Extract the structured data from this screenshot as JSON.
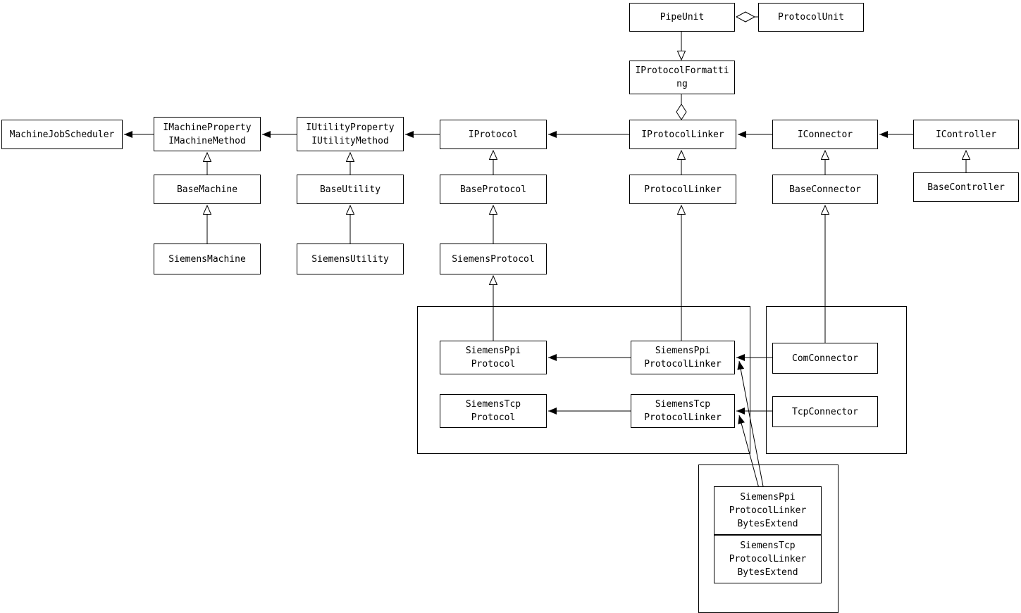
{
  "nodes": {
    "pipe_unit": "PipeUnit",
    "protocol_unit": "ProtocolUnit",
    "iprotocol_formatting": "IProtocolFormatti\nng",
    "machine_job_scheduler": "MachineJobScheduler",
    "imachine": "IMachineProperty\nIMachineMethod",
    "iutility": "IUtilityProperty\nIUtilityMethod",
    "iprotocol": "IProtocol",
    "iprotocol_linker": "IProtocolLinker",
    "iconnector": "IConnector",
    "icontroller": "IController",
    "base_machine": "BaseMachine",
    "base_utility": "BaseUtility",
    "base_protocol": "BaseProtocol",
    "protocol_linker": "ProtocolLinker",
    "base_connector": "BaseConnector",
    "base_controller": "BaseController",
    "siemens_machine": "SiemensMachine",
    "siemens_utility": "SiemensUtility",
    "siemens_protocol": "SiemensProtocol",
    "siemens_ppi_protocol": "SiemensPpi\nProtocol",
    "siemens_ppi_protocol_linker": "SiemensPpi\nProtocolLinker",
    "siemens_tcp_protocol": "SiemensTcp\nProtocol",
    "siemens_tcp_protocol_linker": "SiemensTcp\nProtocolLinker",
    "com_connector": "ComConnector",
    "tcp_connector": "TcpConnector",
    "siemens_ppi_bytes": "SiemensPpi\nProtocolLinker\nBytesExtend",
    "siemens_tcp_bytes": "SiemensTcp\nProtocolLinker\nBytesExtend"
  },
  "edges": [
    {
      "from": "imachine",
      "to": "machine_job_scheduler",
      "type": "directed-association"
    },
    {
      "from": "iutility",
      "to": "imachine",
      "type": "directed-association"
    },
    {
      "from": "iprotocol",
      "to": "iutility",
      "type": "directed-association"
    },
    {
      "from": "iprotocol_linker",
      "to": "iprotocol",
      "type": "directed-association"
    },
    {
      "from": "iconnector",
      "to": "iprotocol_linker",
      "type": "directed-association"
    },
    {
      "from": "icontroller",
      "to": "iconnector",
      "type": "directed-association"
    },
    {
      "from": "base_machine",
      "to": "imachine",
      "type": "generalization"
    },
    {
      "from": "base_utility",
      "to": "iutility",
      "type": "generalization"
    },
    {
      "from": "base_protocol",
      "to": "iprotocol",
      "type": "generalization"
    },
    {
      "from": "protocol_linker",
      "to": "iprotocol_linker",
      "type": "generalization"
    },
    {
      "from": "base_connector",
      "to": "iconnector",
      "type": "generalization"
    },
    {
      "from": "base_controller",
      "to": "icontroller",
      "type": "generalization"
    },
    {
      "from": "siemens_machine",
      "to": "base_machine",
      "type": "generalization"
    },
    {
      "from": "siemens_utility",
      "to": "base_utility",
      "type": "generalization"
    },
    {
      "from": "siemens_protocol",
      "to": "base_protocol",
      "type": "generalization"
    },
    {
      "from": "siemens_ppi_protocol",
      "to": "siemens_protocol",
      "type": "generalization"
    },
    {
      "from": "siemens_ppi_protocol_linker",
      "to": "protocol_linker",
      "type": "generalization"
    },
    {
      "from": "com_connector",
      "to": "base_connector",
      "type": "generalization"
    },
    {
      "from": "siemens_ppi_protocol_linker",
      "to": "siemens_ppi_protocol",
      "type": "directed-association"
    },
    {
      "from": "siemens_tcp_protocol_linker",
      "to": "siemens_tcp_protocol",
      "type": "directed-association"
    },
    {
      "from": "com_connector",
      "to": "siemens_ppi_protocol_linker",
      "type": "directed-association"
    },
    {
      "from": "tcp_connector",
      "to": "siemens_tcp_protocol_linker",
      "type": "directed-association"
    },
    {
      "from": "siemens_ppi_bytes",
      "to": "siemens_ppi_protocol_linker",
      "type": "directed-association"
    },
    {
      "from": "siemens_tcp_bytes",
      "to": "siemens_tcp_protocol_linker",
      "type": "directed-association"
    },
    {
      "from": "pipe_unit",
      "to": "protocol_unit",
      "type": "aggregation"
    },
    {
      "from": "pipe_unit",
      "to": "iprotocol_formatting",
      "type": "open-arrow"
    },
    {
      "from": "iprotocol_linker",
      "to": "iprotocol_formatting",
      "type": "aggregation"
    }
  ],
  "colors": {
    "line": "#000000",
    "box_fill": "#ffffff",
    "background": "#ffffff"
  }
}
